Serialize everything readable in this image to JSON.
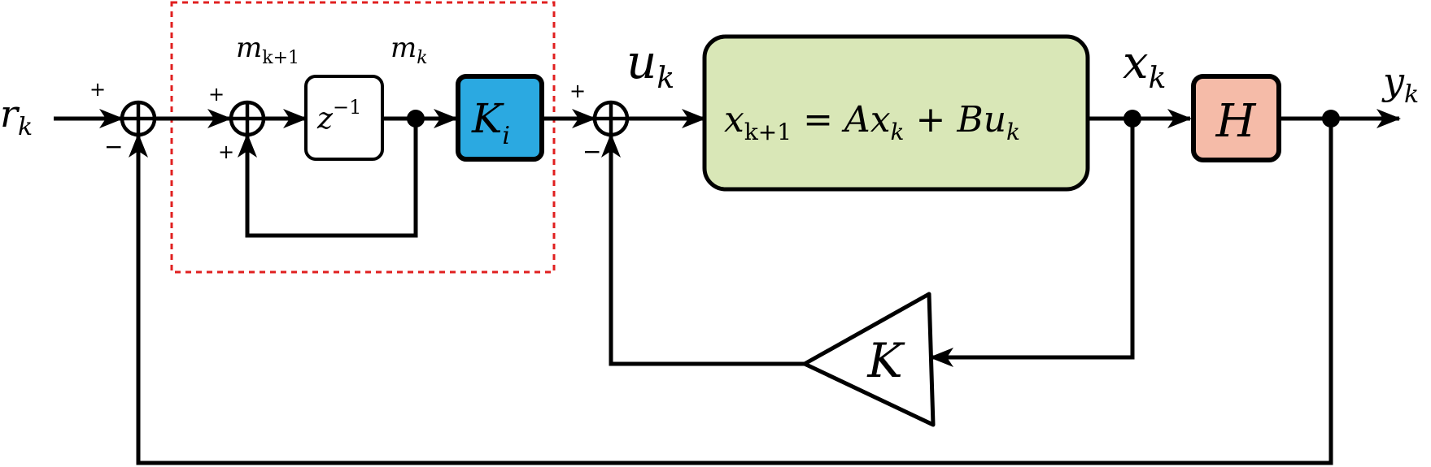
{
  "colors": {
    "ki_fill": "#2ba9e1",
    "plant_fill": "#d9e7b7",
    "h_fill": "#f5bba8",
    "integrator_frame": "#e02020",
    "line": "#000000"
  },
  "signals": {
    "reference": "r",
    "reference_sub": "k",
    "m_next": "m",
    "m_next_sub": "k+1",
    "m_cur": "m",
    "m_cur_sub": "k",
    "input": "u",
    "input_sub": "k",
    "state": "x",
    "state_sub": "k",
    "output": "y",
    "output_sub": "k"
  },
  "blocks": {
    "delay": {
      "base": "z",
      "exponent": "−1"
    },
    "ki": {
      "base": "K",
      "sub": "i"
    },
    "plant": {
      "lhs": "x",
      "lhs_sub": "k+1",
      "eq": " = ",
      "a": "A",
      "x2": "x",
      "x2_sub": "k",
      "plus": " + ",
      "b": "B",
      "u": "u",
      "u_sub": "k"
    },
    "h": "H",
    "gain": "K"
  },
  "signs": {
    "sum1_top": "+",
    "sum1_bottom": "−",
    "sum2_top": "+",
    "sum2_bottom": "+",
    "sum3_top": "+",
    "sum3_bottom": "−"
  }
}
